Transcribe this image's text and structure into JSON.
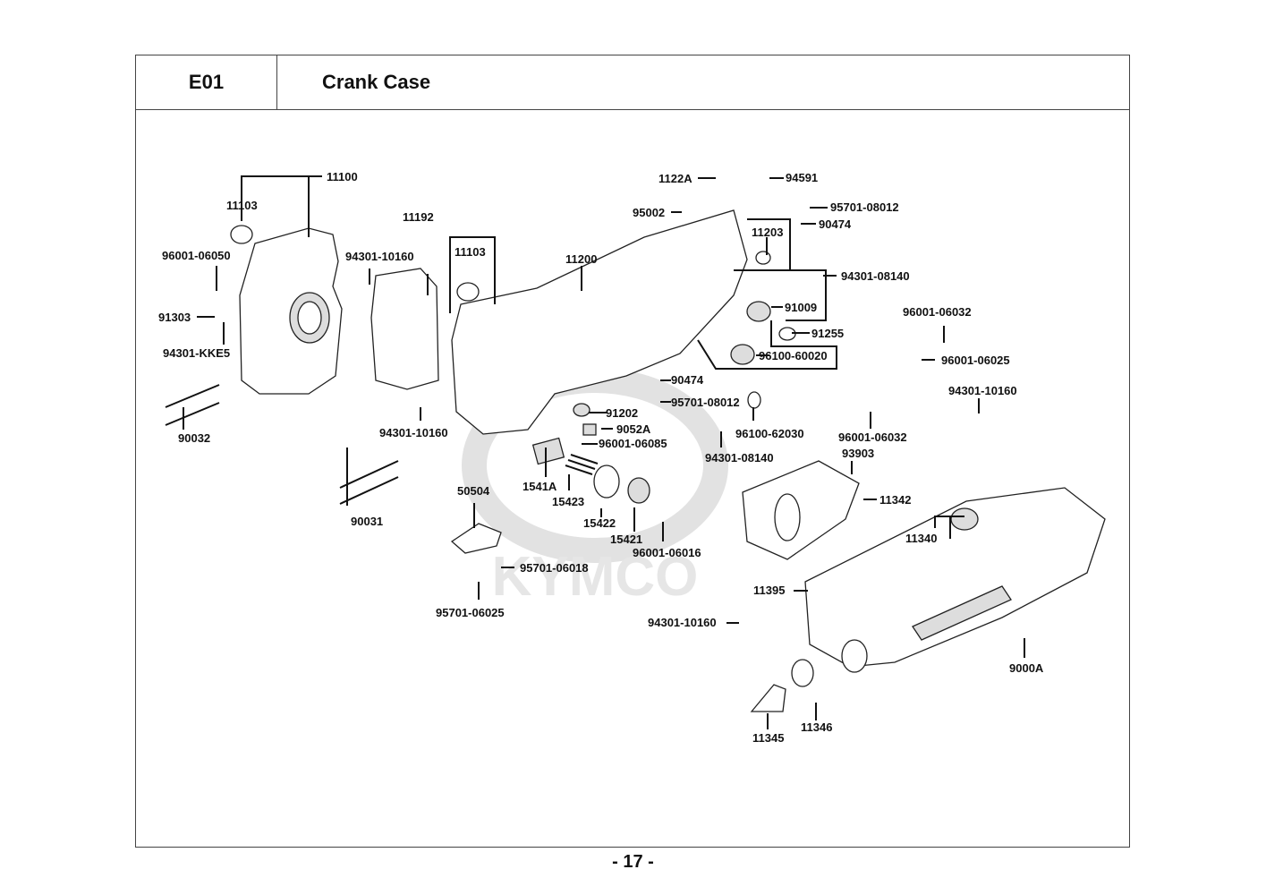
{
  "header": {
    "section_code": "E01",
    "section_title": "Crank Case"
  },
  "footer": {
    "page_number": "- 17 -"
  },
  "watermark": {
    "brand": "KYMCO"
  },
  "parts": [
    {
      "id": "p11100",
      "label": "11100"
    },
    {
      "id": "p11103a",
      "label": "11103"
    },
    {
      "id": "p96001_06050",
      "label": "96001-06050"
    },
    {
      "id": "p91303",
      "label": "91303"
    },
    {
      "id": "p94301_KKE5",
      "label": "94301-KKE5"
    },
    {
      "id": "p90032",
      "label": "90032"
    },
    {
      "id": "p94301_10160a",
      "label": "94301-10160"
    },
    {
      "id": "p11192",
      "label": "11192"
    },
    {
      "id": "p94301_10160b",
      "label": "94301-10160"
    },
    {
      "id": "p11103b",
      "label": "11103"
    },
    {
      "id": "p11200",
      "label": "11200"
    },
    {
      "id": "p1122A",
      "label": "1122A"
    },
    {
      "id": "p94591",
      "label": "94591"
    },
    {
      "id": "p95002",
      "label": "95002"
    },
    {
      "id": "p95701_08012a",
      "label": "95701-08012"
    },
    {
      "id": "p90474a",
      "label": "90474"
    },
    {
      "id": "p11203",
      "label": "11203"
    },
    {
      "id": "p94301_08140a",
      "label": "94301-08140"
    },
    {
      "id": "p91009",
      "label": "91009"
    },
    {
      "id": "p91255",
      "label": "91255"
    },
    {
      "id": "p96100_60020",
      "label": "96100-60020"
    },
    {
      "id": "p90474b",
      "label": "90474"
    },
    {
      "id": "p95701_08012b",
      "label": "95701-08012"
    },
    {
      "id": "p91202",
      "label": "91202"
    },
    {
      "id": "p9052A",
      "label": "9052A"
    },
    {
      "id": "p96001_06085",
      "label": "96001-06085"
    },
    {
      "id": "p96100_62030",
      "label": "96100-62030"
    },
    {
      "id": "p94301_08140b",
      "label": "94301-08140"
    },
    {
      "id": "p90031",
      "label": "90031"
    },
    {
      "id": "p1541A",
      "label": "1541A"
    },
    {
      "id": "p15423",
      "label": "15423"
    },
    {
      "id": "p15422",
      "label": "15422"
    },
    {
      "id": "p15421",
      "label": "15421"
    },
    {
      "id": "p96001_06016",
      "label": "96001-06016"
    },
    {
      "id": "p50504",
      "label": "50504"
    },
    {
      "id": "p95701_06018",
      "label": "95701-06018"
    },
    {
      "id": "p95701_06025",
      "label": "95701-06025"
    },
    {
      "id": "p96001_06032a",
      "label": "96001-06032"
    },
    {
      "id": "p96001_06025",
      "label": "96001-06025"
    },
    {
      "id": "p94301_10160c",
      "label": "94301-10160"
    },
    {
      "id": "p96001_06032b",
      "label": "96001-06032"
    },
    {
      "id": "p93903",
      "label": "93903"
    },
    {
      "id": "p11342",
      "label": "11342"
    },
    {
      "id": "p11340",
      "label": "11340"
    },
    {
      "id": "p11395",
      "label": "11395"
    },
    {
      "id": "p94301_10160d",
      "label": "94301-10160"
    },
    {
      "id": "p9000A",
      "label": "9000A"
    },
    {
      "id": "p11345",
      "label": "11345"
    },
    {
      "id": "p11346",
      "label": "11346"
    }
  ]
}
